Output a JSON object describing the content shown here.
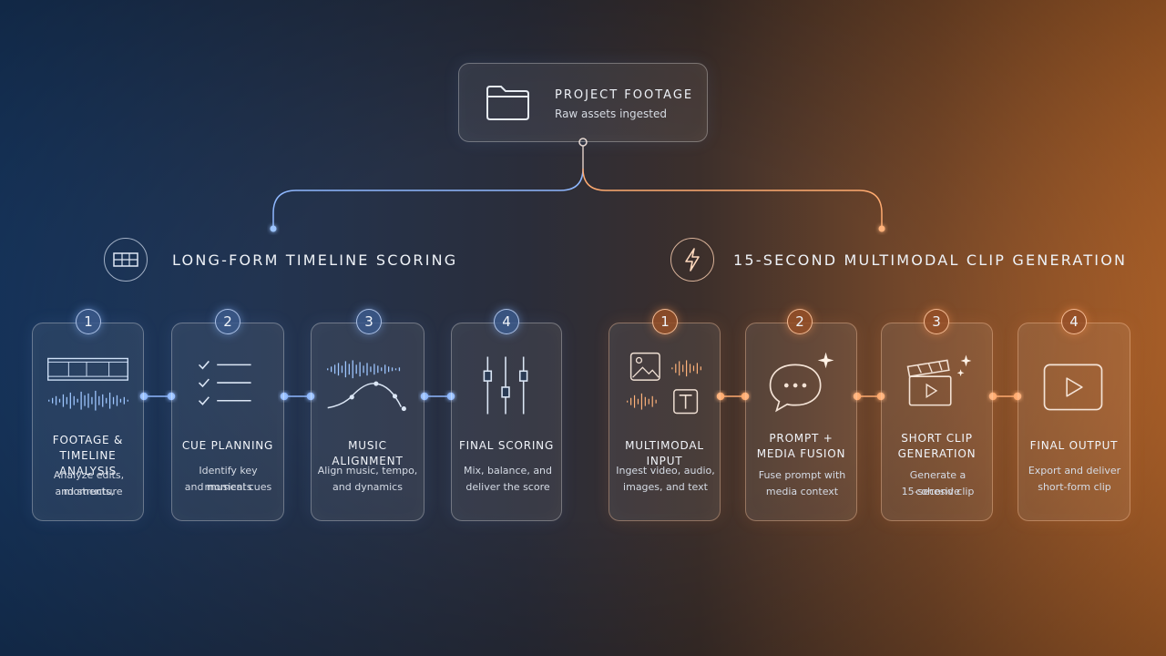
{
  "root": {
    "title": "PROJECT FOOTAGE",
    "subtitle": "Raw assets ingested",
    "icon": "folder-icon"
  },
  "left_branch": {
    "title": "LONG-FORM TIMELINE SCORING",
    "icon": "filmstrip-icon",
    "accent": "#8fb8ff",
    "steps": [
      {
        "number": "1",
        "title_line1": "FOOTAGE &",
        "title_line2": "TIMELINE ANALYSIS",
        "desc_line1": "Analyze edits, moments,",
        "desc_line2": "and structure",
        "icon": "filmstrip-waveform-icon"
      },
      {
        "number": "2",
        "title_line1": "CUE PLANNING",
        "title_line2": "",
        "desc_line1": "Identify key moments",
        "desc_line2": "and musical cues",
        "icon": "checklist-icon"
      },
      {
        "number": "3",
        "title_line1": "MUSIC ALIGNMENT",
        "title_line2": "",
        "desc_line1": "Align music, tempo,",
        "desc_line2": "and dynamics",
        "icon": "waveform-curve-icon"
      },
      {
        "number": "4",
        "title_line1": "FINAL SCORING",
        "title_line2": "",
        "desc_line1": "Mix, balance, and",
        "desc_line2": "deliver the score",
        "icon": "mixer-sliders-icon"
      }
    ]
  },
  "right_branch": {
    "title": "15-SECOND MULTIMODAL CLIP GENERATION",
    "icon": "lightning-icon",
    "accent": "#ffab70",
    "steps": [
      {
        "number": "1",
        "title_line1": "MULTIMODAL INPUT",
        "title_line2": "",
        "desc_line1": "Ingest video, audio,",
        "desc_line2": "images, and text",
        "icon": "multimodal-icons"
      },
      {
        "number": "2",
        "title_line1": "PROMPT +",
        "title_line2": "MEDIA FUSION",
        "desc_line1": "Fuse prompt with",
        "desc_line2": "media context",
        "icon": "chat-bubble-sparkle-icon"
      },
      {
        "number": "3",
        "title_line1": "SHORT CLIP",
        "title_line2": "GENERATION",
        "desc_line1": "Generate a cohesive",
        "desc_line2": "15-second clip",
        "icon": "clapperboard-icon"
      },
      {
        "number": "4",
        "title_line1": "FINAL OUTPUT",
        "title_line2": "",
        "desc_line1": "Export and deliver",
        "desc_line2": "short-form clip",
        "icon": "play-button-icon"
      }
    ]
  }
}
